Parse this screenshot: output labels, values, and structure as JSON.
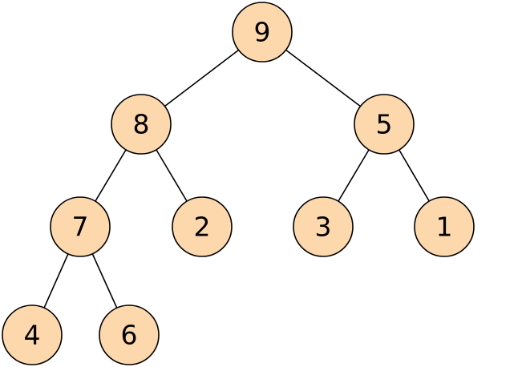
{
  "tree": {
    "node_fill": "#FED8AD",
    "nodes": [
      {
        "id": "n0",
        "value": "9"
      },
      {
        "id": "n1",
        "value": "8"
      },
      {
        "id": "n2",
        "value": "5"
      },
      {
        "id": "n3",
        "value": "7"
      },
      {
        "id": "n4",
        "value": "2"
      },
      {
        "id": "n5",
        "value": "3"
      },
      {
        "id": "n6",
        "value": "1"
      },
      {
        "id": "n7",
        "value": "4"
      },
      {
        "id": "n8",
        "value": "6"
      }
    ],
    "edges": [
      {
        "from": "n0",
        "to": "n1"
      },
      {
        "from": "n0",
        "to": "n2"
      },
      {
        "from": "n1",
        "to": "n3"
      },
      {
        "from": "n1",
        "to": "n4"
      },
      {
        "from": "n2",
        "to": "n5"
      },
      {
        "from": "n2",
        "to": "n6"
      },
      {
        "from": "n3",
        "to": "n7"
      },
      {
        "from": "n3",
        "to": "n8"
      }
    ]
  }
}
